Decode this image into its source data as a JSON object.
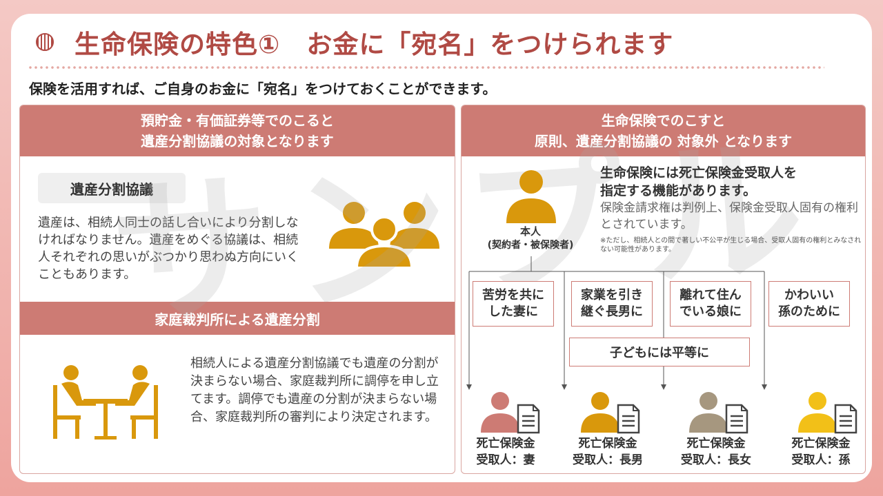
{
  "title": "生命保険の特色①　お金に「宛名」をつけられます",
  "subtitle": "保険を活用すれば、ご自身のお金に「宛名」をつけておくことができます。",
  "watermark": "サンプル",
  "left": {
    "header_line1": "預貯金・有価証券等でのこると",
    "header_line2": "遺産分割協議の対象となります",
    "chip": "遺産分割協議",
    "para1": "遺産は、相続人同士の話し合いにより分割しなければなりません。遺産をめぐる協議は、相続人それぞれの思いがぶつかり思わぬ方向にいくこともあります。",
    "header2": "家庭裁判所による遺産分割",
    "para2": "相続人による遺産分割協議でも遺産の分割が決まらない場合、家庭裁判所に調停を申し立てます。調停でも遺産の分割が決まらない場合、家庭裁判所の審判により決定されます。"
  },
  "right": {
    "header_line1": "生命保険でのこすと",
    "header_line2": "原則、遺産分割協議の 対象外 となります",
    "person_name": "本人",
    "person_role": "(契約者・被保険者)",
    "feature_line1": "生命保険には死亡保険金受取人を",
    "feature_line2": "指定する機能があります。",
    "feature_desc": "保険金請求権は判例上、保険金受取人固有の権利とされています。",
    "note": "※ただし、相続人との間で著しい不公平が生じる場合、受取人固有の権利とみなされない可能性があります。",
    "boxes": [
      {
        "line1": "苦労を共に",
        "line2": "した妻に"
      },
      {
        "line1": "家業を引き",
        "line2": "継ぐ長男に"
      },
      {
        "line1": "離れて住ん",
        "line2": "でいる娘に"
      },
      {
        "line1": "かわいい",
        "line2": "孫のために"
      }
    ],
    "equal_box": "子どもには平等に",
    "beneficiaries": [
      {
        "line1": "死亡保険金",
        "line2": "受取人：妻",
        "color": "#cd7b74"
      },
      {
        "line1": "死亡保険金",
        "line2": "受取人：長男",
        "color": "#d9980c"
      },
      {
        "line1": "死亡保険金",
        "line2": "受取人：長女",
        "color": "#a6977f"
      },
      {
        "line1": "死亡保険金",
        "line2": "受取人：孫",
        "color": "#f2c018"
      }
    ]
  },
  "colors": {
    "accent": "#b04a44",
    "header_bg": "#cd7b74",
    "icon_gold": "#d9980c"
  }
}
